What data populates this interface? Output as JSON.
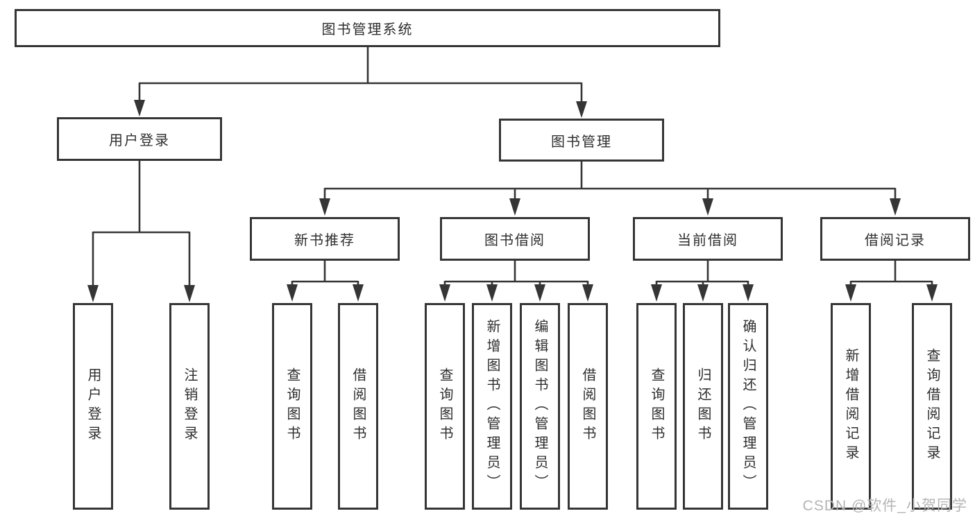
{
  "diagram": {
    "root": {
      "label": "图书管理系统"
    },
    "branches": [
      {
        "label": "用户登录",
        "children": [
          {
            "label": "用户登录"
          },
          {
            "label": "注销登录"
          }
        ]
      },
      {
        "label": "图书管理",
        "children": [
          {
            "label": "新书推荐",
            "children": [
              {
                "label": "查询图书"
              },
              {
                "label": "借阅图书"
              }
            ]
          },
          {
            "label": "图书借阅",
            "children": [
              {
                "label": "查询图书"
              },
              {
                "label": "新增图书（管理员）"
              },
              {
                "label": "编辑图书（管理员）"
              },
              {
                "label": "借阅图书"
              }
            ]
          },
          {
            "label": "当前借阅",
            "children": [
              {
                "label": "查询图书"
              },
              {
                "label": "归还图书"
              },
              {
                "label": "确认归还（管理员）"
              }
            ]
          },
          {
            "label": "借阅记录",
            "children": [
              {
                "label": "新增借阅记录"
              },
              {
                "label": "查询借阅记录"
              }
            ]
          }
        ]
      }
    ]
  },
  "watermark": {
    "text": "CSDN @软件_小贺同学"
  },
  "colors": {
    "line": "#353535",
    "text": "#2e2e2e",
    "watermark": "#b4b4b4",
    "background": "#ffffff"
  }
}
